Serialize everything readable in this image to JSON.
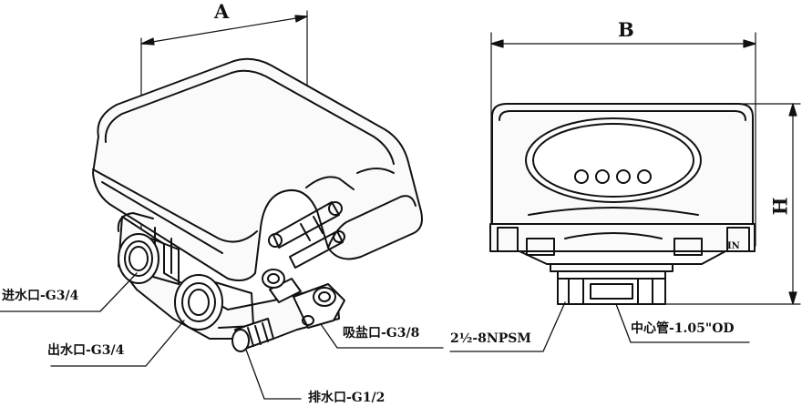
{
  "dimensions": {
    "a": "A",
    "b": "B",
    "h": "H"
  },
  "callouts": {
    "inlet": "进水口-G3/4",
    "outlet": "出水口-G3/4",
    "brine": "吸盐口-G3/8",
    "drain": "排水口-G1/2",
    "thread": "2½-8NPSM",
    "center_tube": "中心管-1.05\"OD"
  },
  "markings": {
    "in_mark": "IN"
  },
  "colors": {
    "line": "#111111",
    "background": "#ffffff"
  }
}
